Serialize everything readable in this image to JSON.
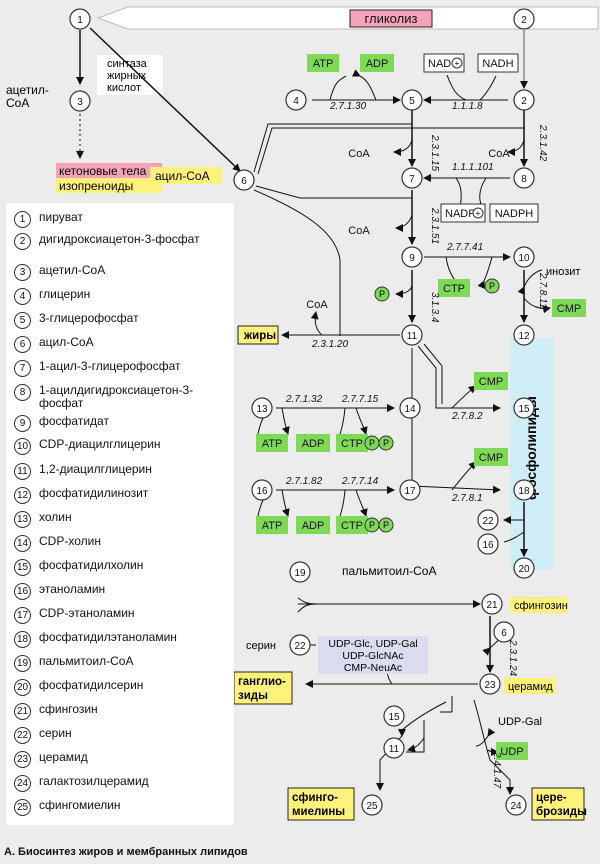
{
  "banner": {
    "glycolysis": "гликолиз"
  },
  "labels": {
    "fatty_acid_synthase": [
      "синтаза",
      "жирных",
      "кислот"
    ],
    "acetyl_coa": [
      "ацетил-",
      "CoA"
    ],
    "ketone_bodies": "кетоновые тела",
    "isoprenoids": "изопреноиды",
    "acyl_coa": "ацил-CoA",
    "fats": "жиры",
    "phospholipids": "фосфолипиды",
    "inositol": "инозит",
    "palmitoyl_coa": "пальмитоил-CoA",
    "sphingosine": "сфингозин",
    "serine": "серин",
    "ceramide": "церамид",
    "gangliosides": [
      "ганглио-",
      "зиды"
    ],
    "sugar_donors": [
      "UDP-Glc, UDP-Gal",
      "UDP-GlcNAc",
      "CMP-NeuAc"
    ],
    "udp_gal": "UDP-Gal",
    "sphingomyelins": [
      "сфинго-",
      "миелины"
    ],
    "cerebrosides": [
      "цере-",
      "брозиды"
    ]
  },
  "cofactors": {
    "atp": "ATP",
    "adp": "ADP",
    "nad": "NAD",
    "nadh": "NADH",
    "nadp": "NADP",
    "nadph": "NADPH",
    "coa": "CoA",
    "ctp": "CTP",
    "cmp": "CMP",
    "udp": "UDP",
    "p": "P",
    "plus": "+"
  },
  "enzymes": {
    "e1": "2.7.1.30",
    "e2": "1.1.1.8",
    "e3": "2.3.1.15",
    "e4": "2.3.1.42",
    "e5": "1.1.1.101",
    "e6": "2.3.1.51",
    "e7": "2.7.7.41",
    "e8": "2.7.8.11",
    "e9": "3.1.3.4",
    "e10": "2.3.1.20",
    "e11": "2.7.1.32",
    "e12": "2.7.7.15",
    "e13": "2.7.8.2",
    "e14": "2.7.1.82",
    "e15": "2.7.7.14",
    "e16": "2.7.8.1",
    "e17": "2.3.1.24",
    "e18": "2.4.1.47"
  },
  "legend": [
    {
      "n": "1",
      "text": "пируват"
    },
    {
      "n": "2",
      "text": "дигидроксиацетон-3-фосфат"
    },
    {
      "n": "3",
      "text": "ацетил-CoA"
    },
    {
      "n": "4",
      "text": "глицерин"
    },
    {
      "n": "5",
      "text": "3-глицерофосфат"
    },
    {
      "n": "6",
      "text": "ацил-CoA"
    },
    {
      "n": "7",
      "text": "1-ацил-3-глицерофосфат"
    },
    {
      "n": "8",
      "text": "1-ацилдигидроксиацетон-3-фосфат"
    },
    {
      "n": "9",
      "text": "фосфатидат"
    },
    {
      "n": "10",
      "text": "CDP-диацилглицерин"
    },
    {
      "n": "11",
      "text": "1,2-диацилглицерин"
    },
    {
      "n": "12",
      "text": "фосфатидилинозит"
    },
    {
      "n": "13",
      "text": "холин"
    },
    {
      "n": "14",
      "text": "CDP-холин"
    },
    {
      "n": "15",
      "text": "фосфатидилхолин"
    },
    {
      "n": "16",
      "text": "этаноламин"
    },
    {
      "n": "17",
      "text": "CDP-этаноламин"
    },
    {
      "n": "18",
      "text": "фосфатидилэтаноламин"
    },
    {
      "n": "19",
      "text": "пальмитоил-CoA"
    },
    {
      "n": "20",
      "text": "фосфатидилсерин"
    },
    {
      "n": "21",
      "text": "сфингозин"
    },
    {
      "n": "22",
      "text": "серин"
    },
    {
      "n": "23",
      "text": "церамид"
    },
    {
      "n": "24",
      "text": "галактозилцерамид"
    },
    {
      "n": "25",
      "text": "сфингомиелин"
    }
  ],
  "caption": "А. Биосинтез жиров и мембранных липидов",
  "colors": {
    "green": "#7ed957",
    "yellow": "#fff27a",
    "pink": "#f4a3b8",
    "phospholipid_band": "#cfeef7",
    "lavender": "#dcdcf0"
  }
}
